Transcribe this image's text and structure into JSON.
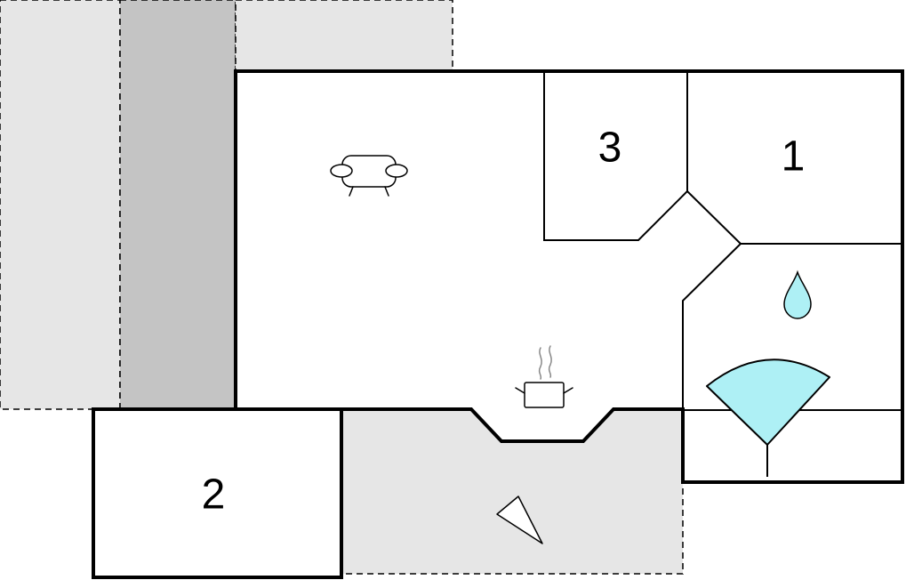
{
  "rooms": {
    "bedroom_1": {
      "number": "1"
    },
    "bedroom_2": {
      "number": "2"
    },
    "bedroom_3": {
      "number": "3"
    }
  },
  "icons": {
    "living": "sofa-icon",
    "kitchen": "cooking-pot-icon",
    "bathroom": "water-drop-icon",
    "shower": "shower-icon",
    "terrace": "terrace-triangle-icon"
  },
  "colors": {
    "wall": "#000000",
    "outdoor_light": "#e6e6e6",
    "outdoor_dark": "#c4c4c4",
    "water": "#aef0f5",
    "background": "#ffffff"
  }
}
